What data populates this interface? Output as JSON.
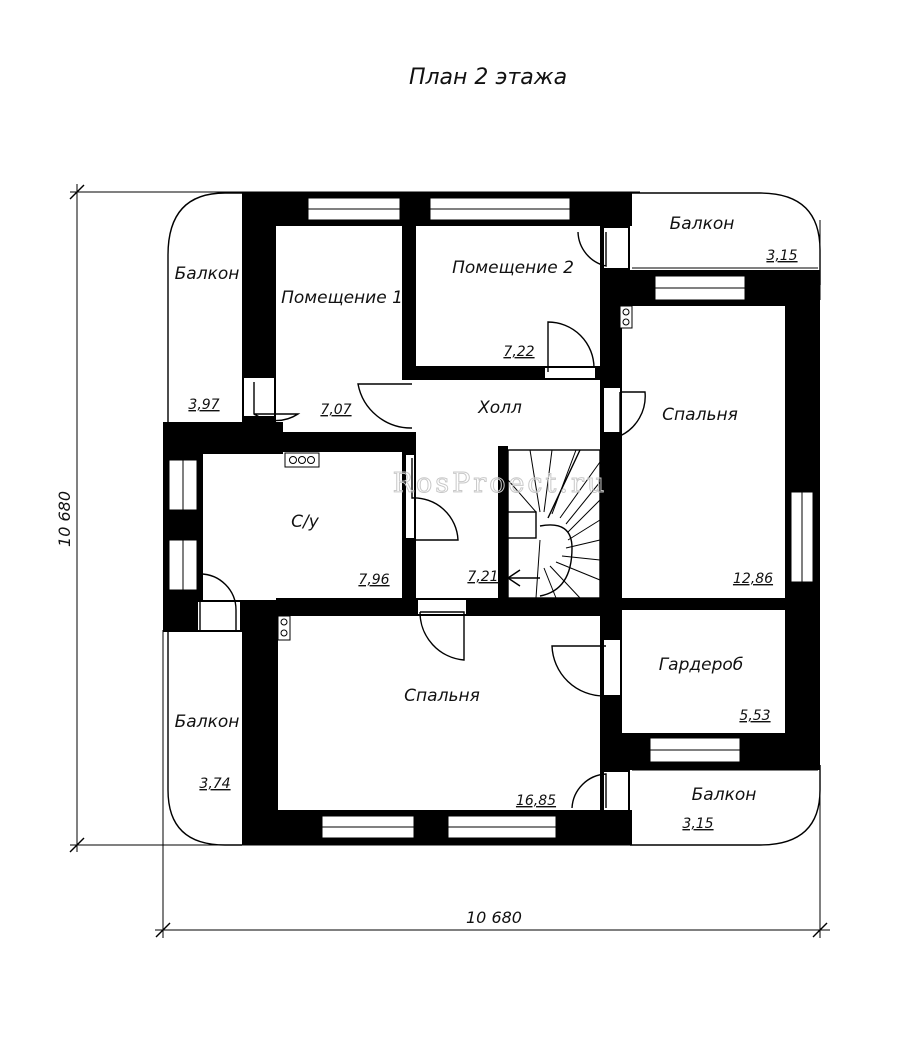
{
  "title": "План 2 этажа",
  "watermark": "RosProect.ru",
  "dimensions": {
    "width": "10 680",
    "height": "10 680"
  },
  "rooms": {
    "room1": {
      "name": "Помещение 1",
      "area": "7,07"
    },
    "room2": {
      "name": "Помещение 2",
      "area": "7,22"
    },
    "hall": {
      "name": "Холл",
      "area": "7,21"
    },
    "bathroom": {
      "name": "С/у",
      "area": "7,96"
    },
    "bedroom_right": {
      "name": "Спальня",
      "area": "12,86"
    },
    "bedroom_main": {
      "name": "Спальня",
      "area": "16,85"
    },
    "wardrobe": {
      "name": "Гардероб",
      "area": "5,53"
    }
  },
  "balconies": {
    "top_left": {
      "name": "Балкон",
      "area": "3,97"
    },
    "bottom_left": {
      "name": "Балкон",
      "area": "3,74"
    },
    "top_right": {
      "name": "Балкон",
      "area": "3,15"
    },
    "bottom_right": {
      "name": "Балкон",
      "area": "3,15"
    }
  }
}
